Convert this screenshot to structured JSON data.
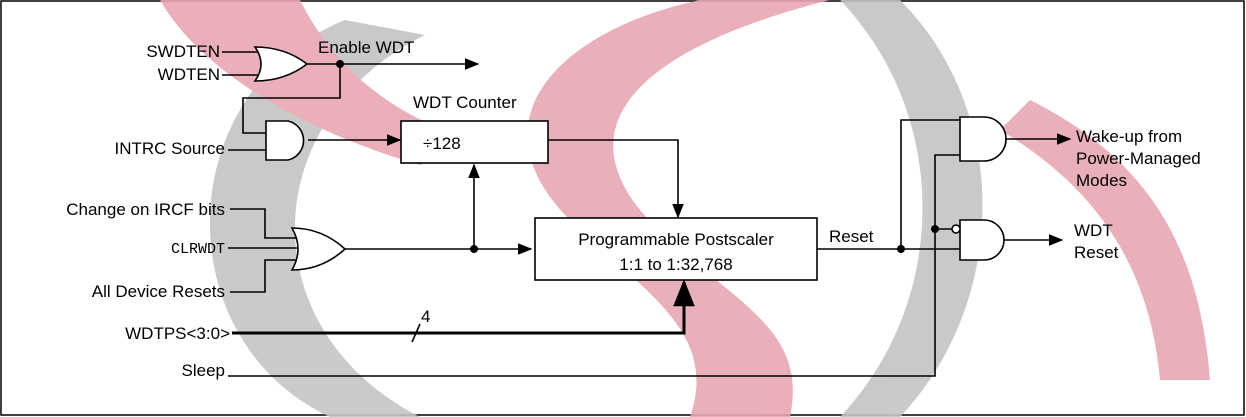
{
  "inputs": {
    "swdten": "SWDTEN",
    "wdten": "WDTEN",
    "intrc_source": "INTRC Source",
    "change_on_ircf": "Change on IRCF bits",
    "clrwdt": "CLRWDT",
    "all_device_resets": "All Device Resets",
    "wdtps": "WDTPS<3:0>",
    "sleep": "Sleep"
  },
  "signals": {
    "enable_wdt": "Enable WDT",
    "reset": "Reset",
    "bus_width": "4"
  },
  "blocks": {
    "wdt_counter_title": "WDT Counter",
    "wdt_counter_value": "÷128",
    "postscaler_title": "Programmable Postscaler",
    "postscaler_range": "1:1 to 1:32,768"
  },
  "outputs": {
    "wakeup_line1": "Wake-up from",
    "wakeup_line2": "Power-Managed",
    "wakeup_line3": "Modes",
    "wdt_reset_line1": "WDT",
    "wdt_reset_line2": "Reset"
  },
  "watermark": {
    "pink": "#e8a7b2",
    "gray": "#c4c4c4"
  }
}
